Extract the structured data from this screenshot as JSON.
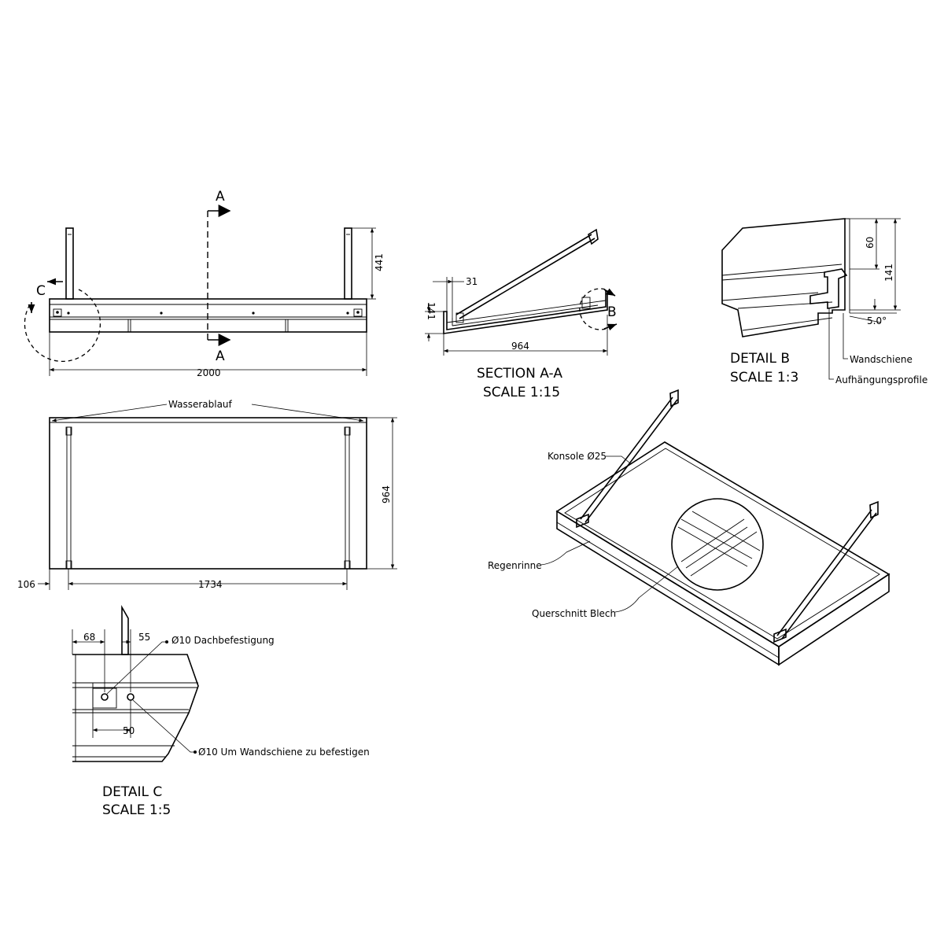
{
  "front_view": {
    "section_letter_top": "A",
    "section_letter_bottom": "A",
    "detail_marker": "C",
    "dim_width": "2000",
    "dim_height": "441"
  },
  "section_view": {
    "title": "SECTION A-A",
    "scale": "SCALE 1:15",
    "dim_depth": "964",
    "dim_height": "141",
    "dim_offset": "31",
    "detail_marker": "B"
  },
  "detail_b": {
    "title": "DETAIL  B",
    "scale": "SCALE 1:3",
    "dim_60": "60",
    "dim_141": "141",
    "angle": "5.0°",
    "label_wall_rail": "Wandschiene",
    "label_hanging_profile": "Aufhängungsprofile"
  },
  "top_view": {
    "label_drain": "Wasserablauf",
    "dim_depth": "964",
    "dim_offset": "106",
    "dim_spacing": "1734"
  },
  "detail_c": {
    "title": "DETAIL  C",
    "scale": "SCALE 1:5",
    "dim_68": "68",
    "dim_55": "55",
    "dim_50": "50",
    "label_roof_fix": "Ø10 Dachbefestigung",
    "label_rail_fix": "Ø10 Um Wandschiene zu befestigen"
  },
  "iso_view": {
    "label_bracket": "Konsole Ø25",
    "label_gutter": "Regenrinne",
    "label_sheet": "Querschnitt Blech"
  }
}
